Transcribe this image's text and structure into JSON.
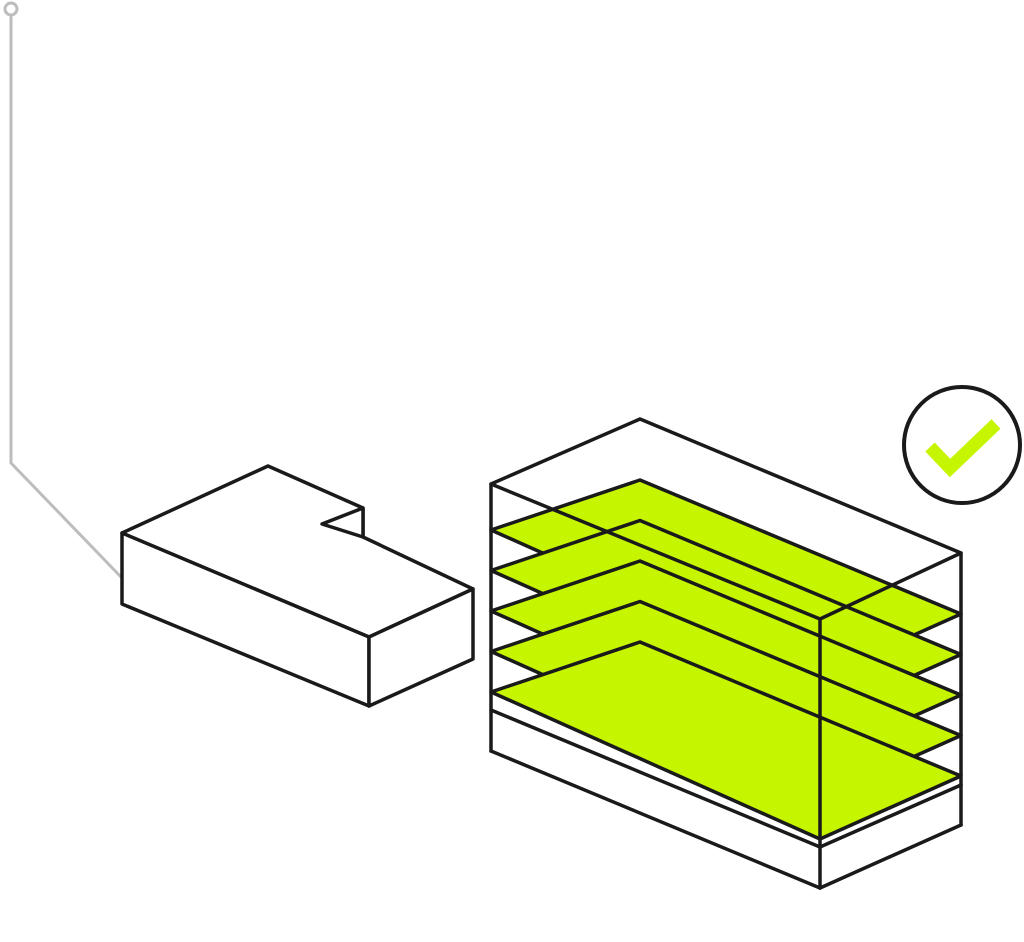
{
  "colors": {
    "background": "#ffffff",
    "outline": "#1a1a1a",
    "connector": "#bdbdbd",
    "accent": "#c6f500"
  },
  "icons": {
    "status": "checkmark-circle-icon"
  },
  "diagram": {
    "blocks": [
      {
        "name": "small-l-shaped-block",
        "filled": false
      },
      {
        "name": "stacked-floors-block",
        "filled_floors": 5
      }
    ]
  }
}
